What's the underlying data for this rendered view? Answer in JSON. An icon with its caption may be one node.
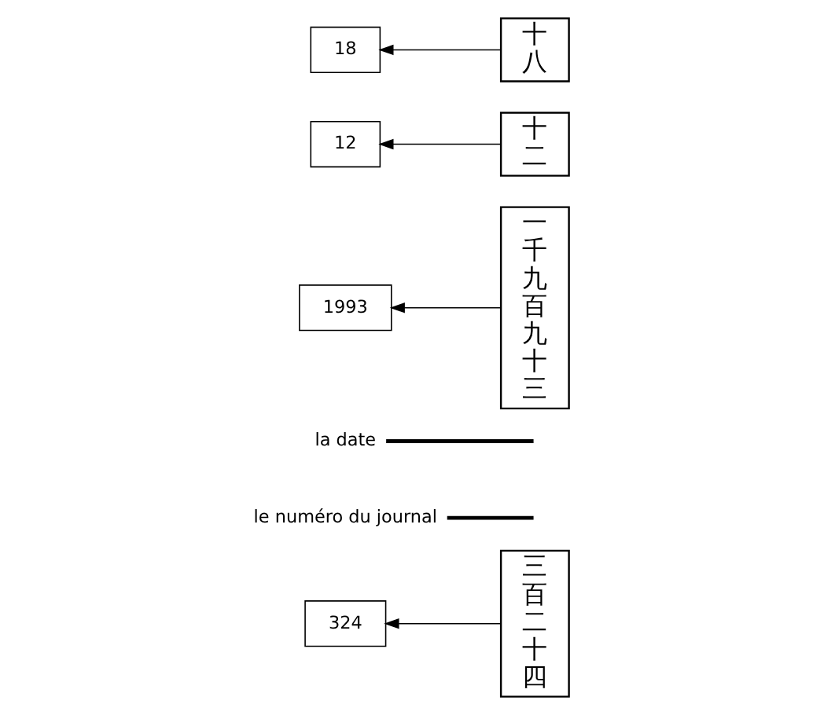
{
  "diagram": {
    "nodes": [
      {
        "text": [
          "18"
        ]
      },
      {
        "text": [
          "十八"
        ]
      },
      {
        "text": [
          "12"
        ]
      },
      {
        "text": [
          "十二"
        ]
      },
      {
        "text": [
          "1993"
        ]
      },
      {
        "text": [
          "一千九百九十三"
        ]
      },
      {
        "text": [
          "la date"
        ]
      },
      {
        "text": [
          "le numéro du journal"
        ]
      },
      {
        "text": [
          "324"
        ]
      },
      {
        "text": [
          "三百二十四"
        ]
      }
    ],
    "edges": [
      {
        "from": 1,
        "to": 0,
        "arrow": "to"
      },
      {
        "from": 3,
        "to": 2,
        "arrow": "to"
      },
      {
        "from": 5,
        "to": 4,
        "arrow": "to"
      },
      {
        "from": 6,
        "to": null,
        "arrow": "none",
        "style": "thick"
      },
      {
        "from": 7,
        "to": null,
        "arrow": "none",
        "style": "thick"
      },
      {
        "from": 9,
        "to": 8,
        "arrow": "to"
      }
    ]
  }
}
